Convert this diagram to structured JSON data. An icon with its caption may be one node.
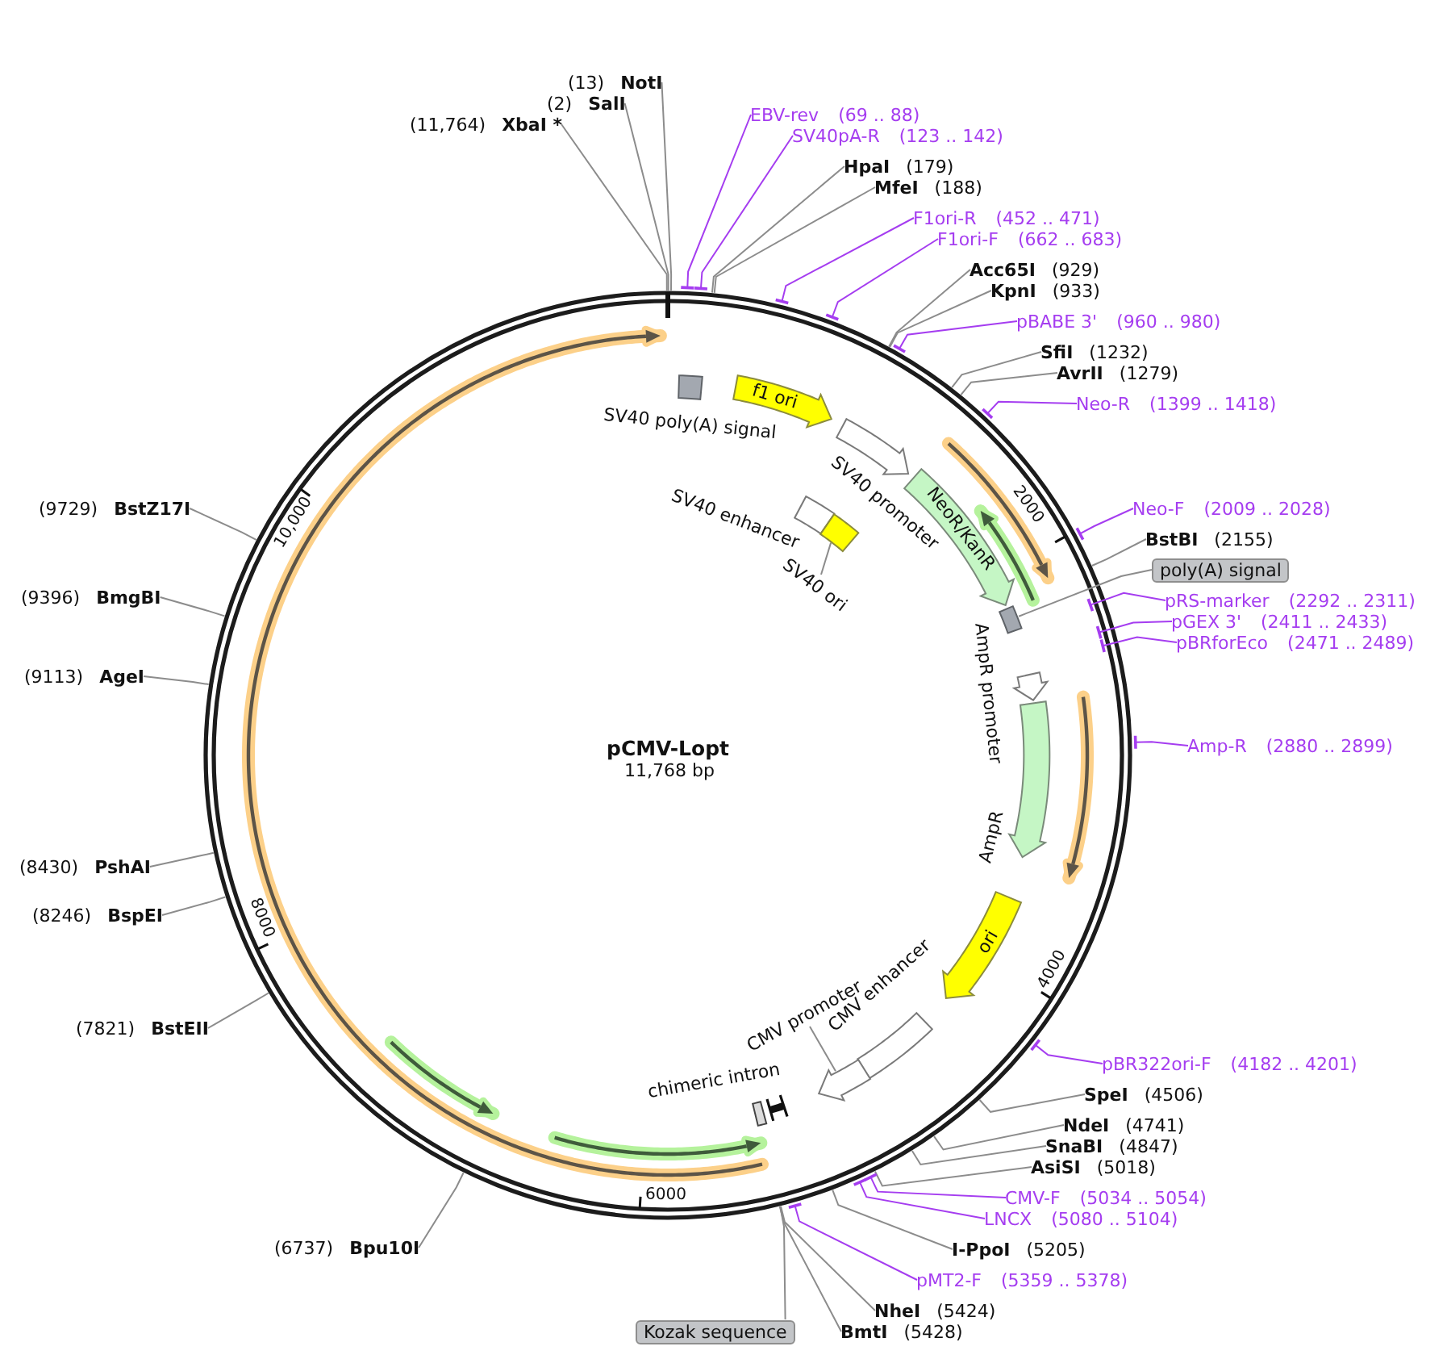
{
  "diagram": {
    "title": "pCMV-Lopt",
    "nodes": [
      {
        "text": [
          "(13)",
          "NotI"
        ]
      },
      {
        "text": [
          "(2)",
          "SalI"
        ]
      },
      {
        "text": [
          "EBV-rev",
          "(69 .. 88)"
        ]
      },
      {
        "text": [
          "(11,764)",
          "XbaI *"
        ]
      },
      {
        "text": [
          "SV40pA-R",
          "(123 .. 142)"
        ]
      },
      {
        "text": [
          "HpaI",
          "(179)"
        ]
      },
      {
        "text": [
          "MfeI",
          "(188)"
        ]
      },
      {
        "text": [
          "F1ori-R",
          "(452 .. 471)"
        ]
      },
      {
        "text": [
          "F1ori-F",
          "(662 .. 683)"
        ]
      },
      {
        "text": [
          "Acc65I",
          "(929)"
        ]
      },
      {
        "text": [
          "KpnI",
          "(933)"
        ]
      },
      {
        "text": [
          "pBABE 3'",
          "(960 .. 980)"
        ]
      },
      {
        "text": [
          "SfiI",
          "(1232)"
        ]
      },
      {
        "text": [
          "AvrII",
          "(1279)"
        ]
      },
      {
        "text": [
          "SV40 poly(A) signal"
        ]
      },
      {
        "text": [
          "f1 ori"
        ]
      },
      {
        "text": [
          "Neo-R",
          "(1399 .. 1418)"
        ]
      },
      {
        "text": [
          "SV40 promoter"
        ]
      },
      {
        "text": [
          "(9729)",
          "BstZ17I"
        ]
      },
      {
        "text": [
          "Neo-F",
          "(2009 .. 2028)"
        ]
      },
      {
        "text": [
          "SV40 enhancer"
        ]
      },
      {
        "text": [],
        "shape": "box"
      },
      {
        "text": [
          "SV40 ori"
        ]
      },
      {
        "text": [
          "NeoR/KanR"
        ]
      },
      {
        "text": [
          "BstBI",
          "(2155)"
        ]
      },
      {
        "text": [
          "poly(A) signal"
        ]
      },
      {
        "text": [],
        "shape": "box"
      },
      {
        "text": [
          "(9396)",
          "BmgBI"
        ]
      },
      {
        "text": [
          "pRS-marker",
          "(2292 .. 2311)"
        ]
      },
      {
        "text": [
          "pGEX 3'",
          "(2411 .. 2433)"
        ]
      },
      {
        "text": [
          "pBRforEco",
          "(2471 .. 2489)"
        ]
      },
      {
        "text": [
          "(9113)",
          "AgeI"
        ]
      },
      {
        "text": [
          "AmpR promoter"
        ]
      },
      {
        "text": [
          "Amp-R",
          "(2880 .. 2899)"
        ]
      },
      {
        "text": [
          "AmpR"
        ]
      },
      {
        "text": [
          "(8430)",
          "PshAI"
        ]
      },
      {
        "text": [
          "(8246)",
          "BspEI"
        ]
      },
      {
        "text": [
          "ori"
        ]
      },
      {
        "text": [
          "CMV enhancer"
        ]
      },
      {
        "text": [
          "CMV promoter"
        ]
      },
      {
        "text": [],
        "shape": "arrow"
      },
      {
        "text": [
          "(7821)",
          "BstEII"
        ]
      },
      {
        "text": [
          "pBR322ori-F",
          "(4182 .. 4201)"
        ]
      },
      {
        "text": [
          "chimeric intron"
        ]
      },
      {
        "text": [
          "SpeI",
          "(4506)"
        ]
      },
      {
        "text": [
          "NdeI",
          "(4741)"
        ]
      },
      {
        "text": [
          "SnaBI",
          "(4847)"
        ]
      },
      {
        "text": [
          "AsiSI",
          "(5018)"
        ]
      },
      {
        "text": [
          "CMV-F",
          "(5034 .. 5054)"
        ]
      },
      {
        "text": [
          "LNCX",
          "(5080 .. 5104)"
        ]
      },
      {
        "text": [
          "(6737)",
          "Bpu10I"
        ]
      },
      {
        "text": [
          "I-PpoI",
          "(5205)"
        ]
      },
      {
        "text": [
          "pMT2-F",
          "(5359 .. 5378)"
        ]
      },
      {
        "text": [
          "NheI",
          "(5424)"
        ]
      },
      {
        "text": [
          "Kozak sequence"
        ]
      },
      {
        "text": [
          "BmtI",
          "(5428)"
        ]
      }
    ],
    "edges": [
      {
        "from": 0,
        "to": null,
        "arrow": "none"
      },
      {
        "from": 1,
        "to": null,
        "arrow": "none"
      },
      {
        "from": 2,
        "to": null,
        "arrow": "other",
        "color": "#a53df0"
      },
      {
        "from": 3,
        "to": null,
        "arrow": "none"
      },
      {
        "from": 4,
        "to": null,
        "arrow": "other",
        "color": "#a53df0"
      },
      {
        "from": 5,
        "to": null,
        "arrow": "none"
      },
      {
        "from": 6,
        "to": null,
        "arrow": "none"
      },
      {
        "from": 7,
        "to": null,
        "arrow": "other",
        "color": "#a53df0"
      },
      {
        "from": 8,
        "to": null,
        "arrow": "other",
        "color": "#a53df0"
      },
      {
        "from": 9,
        "to": null,
        "arrow": "none"
      },
      {
        "from": 10,
        "to": null,
        "arrow": "none"
      },
      {
        "from": 11,
        "to": null,
        "arrow": "other",
        "color": "#a53df0"
      },
      {
        "from": 12,
        "to": null,
        "arrow": "none"
      },
      {
        "from": 13,
        "to": null,
        "arrow": "none"
      },
      {
        "from": 16,
        "to": null,
        "arrow": "other",
        "color": "#a53df0"
      },
      {
        "from": 18,
        "to": null,
        "arrow": "none"
      },
      {
        "from": 19,
        "to": null,
        "arrow": "other",
        "color": "#a53df0"
      },
      {
        "from": 22,
        "to": 21,
        "arrow": "none"
      },
      {
        "from": 24,
        "to": null,
        "arrow": "none"
      },
      {
        "from": 25,
        "to": 26,
        "arrow": "none"
      },
      {
        "from": 27,
        "to": null,
        "arrow": "none"
      },
      {
        "from": 28,
        "to": null,
        "arrow": "other",
        "color": "#a53df0"
      },
      {
        "from": 29,
        "to": null,
        "arrow": "other",
        "color": "#a53df0"
      },
      {
        "from": 30,
        "to": null,
        "arrow": "other",
        "color": "#a53df0"
      },
      {
        "from": 31,
        "to": null,
        "arrow": "none"
      },
      {
        "from": 33,
        "to": null,
        "arrow": "other",
        "color": "#a53df0"
      },
      {
        "from": 35,
        "to": null,
        "arrow": "none"
      },
      {
        "from": 36,
        "to": null,
        "arrow": "none"
      },
      {
        "from": 39,
        "to": 40,
        "arrow": "none"
      },
      {
        "from": 41,
        "to": null,
        "arrow": "none"
      },
      {
        "from": 42,
        "to": null,
        "arrow": "other",
        "color": "#a53df0"
      },
      {
        "from": 44,
        "to": null,
        "arrow": "none"
      },
      {
        "from": 45,
        "to": null,
        "arrow": "none"
      },
      {
        "from": 46,
        "to": null,
        "arrow": "none"
      },
      {
        "from": 47,
        "to": null,
        "arrow": "none"
      },
      {
        "from": 48,
        "to": null,
        "arrow": "other",
        "color": "#a53df0"
      },
      {
        "from": 49,
        "to": null,
        "arrow": "other",
        "color": "#a53df0"
      },
      {
        "from": 50,
        "to": null,
        "arrow": "none"
      },
      {
        "from": 51,
        "to": null,
        "arrow": "none"
      },
      {
        "from": 52,
        "to": null,
        "arrow": "other",
        "color": "#a53df0"
      },
      {
        "from": 53,
        "to": null,
        "arrow": "none"
      },
      {
        "from": 54,
        "to": null,
        "arrow": "none"
      },
      {
        "from": 55,
        "to": null,
        "arrow": "none"
      }
    ],
    "labels": [
      "10,000",
      "2000",
      "11,768 bp",
      "8000",
      "4000",
      "6000"
    ]
  }
}
